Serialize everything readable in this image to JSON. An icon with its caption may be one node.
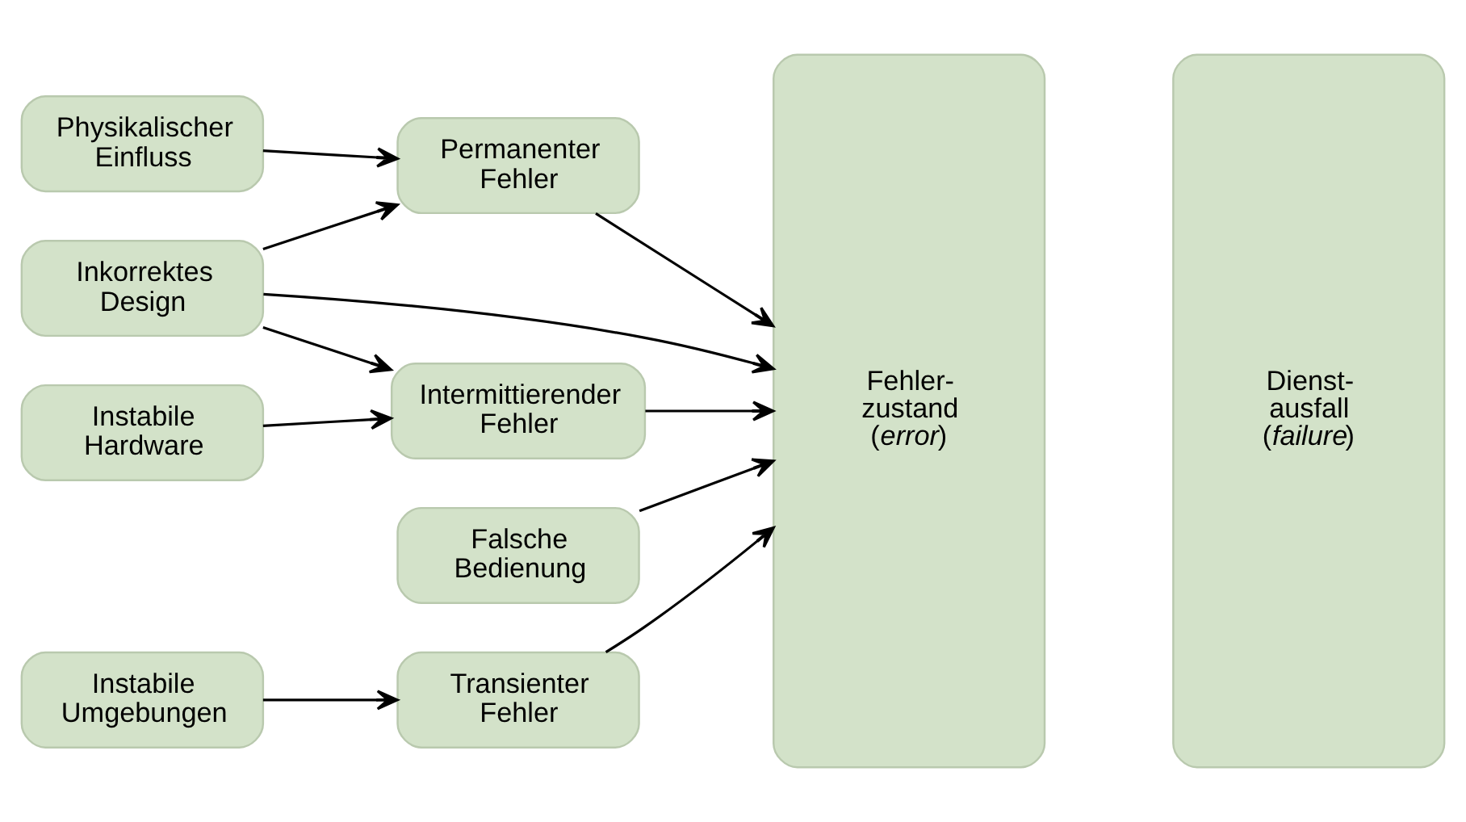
{
  "diagram": {
    "nodes": [
      {
        "text": [
          "Physikalischer Einfluss"
        ]
      },
      {
        "text": [
          "Inkorrektes Design"
        ]
      },
      {
        "text": [
          "Instabile Hardware"
        ]
      },
      {
        "text": [
          "Instabile Umgebungen"
        ]
      },
      {
        "text": [
          "Falsche Bedienung"
        ]
      },
      {
        "text": [
          "Permanenter Fehler"
        ]
      },
      {
        "text": [
          "Intermittierender Fehler"
        ]
      },
      {
        "text": [
          "Transienter Fehler"
        ]
      },
      {
        "text": [
          "Fehler- zustand (*error*)"
        ]
      },
      {
        "text": [
          "Dienst- ausfall (*failure*)"
        ]
      }
    ],
    "edges": [
      {
        "from": 0,
        "to": 5,
        "arrow": "to"
      },
      {
        "from": 1,
        "to": 5,
        "arrow": "to"
      },
      {
        "from": 1,
        "to": 8,
        "arrow": "to"
      },
      {
        "from": 1,
        "to": 6,
        "arrow": "to"
      },
      {
        "from": 2,
        "to": 6,
        "arrow": "to"
      },
      {
        "from": 5,
        "to": 8,
        "arrow": "to"
      },
      {
        "from": 6,
        "to": 8,
        "arrow": "to"
      },
      {
        "from": 3,
        "to": 7,
        "arrow": "to"
      },
      {
        "from": 7,
        "to": 8,
        "arrow": "to"
      },
      {
        "from": 4,
        "to": 8,
        "arrow": "to"
      }
    ]
  }
}
